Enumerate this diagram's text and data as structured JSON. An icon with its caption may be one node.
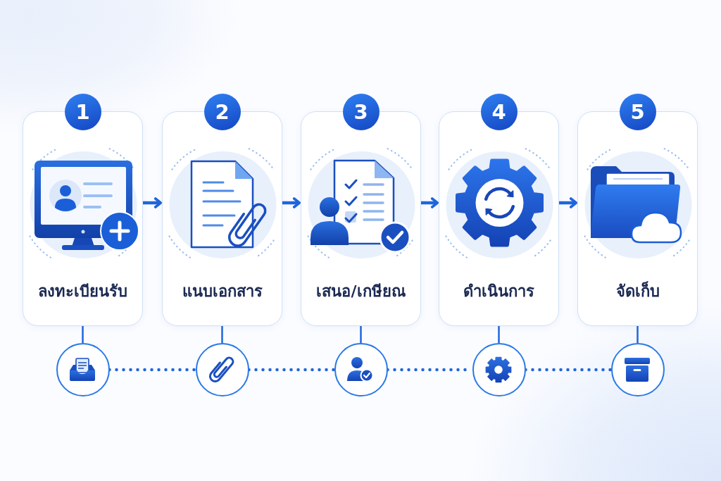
{
  "diagram": {
    "nodes": [
      {
        "text": [
          "1",
          "ลงทะเบียนรับ"
        ]
      },
      {
        "text": [
          "2",
          "แนบเอกสาร"
        ]
      },
      {
        "text": [
          "3",
          "เสนอ/เกษียณ"
        ]
      },
      {
        "text": [
          "4",
          "ดำเนินการ"
        ]
      },
      {
        "text": [
          "5",
          "จัดเก็บ"
        ]
      },
      {
        "text": [],
        "shape": "circle"
      },
      {
        "text": [],
        "shape": "circle"
      },
      {
        "text": [],
        "shape": "circle"
      },
      {
        "text": [],
        "shape": "circle"
      },
      {
        "text": [],
        "shape": "circle"
      }
    ],
    "edges": [
      {
        "from": 0,
        "to": 1,
        "arrow": "to"
      },
      {
        "from": 1,
        "to": 2,
        "arrow": "to"
      },
      {
        "from": 2,
        "to": 3,
        "arrow": "to"
      },
      {
        "from": 3,
        "to": 4,
        "arrow": "to"
      },
      {
        "from": 0,
        "to": 5,
        "arrow": "none"
      },
      {
        "from": 1,
        "to": 6,
        "arrow": "none"
      },
      {
        "from": 2,
        "to": 7,
        "arrow": "none"
      },
      {
        "from": 3,
        "to": 8,
        "arrow": "none"
      },
      {
        "from": 4,
        "to": 9,
        "arrow": "none"
      },
      {
        "from": 5,
        "to": 6,
        "arrow": "none",
        "style": "dashed"
      },
      {
        "from": 6,
        "to": 7,
        "arrow": "none",
        "style": "dashed"
      },
      {
        "from": 7,
        "to": 8,
        "arrow": "none",
        "style": "dashed"
      },
      {
        "from": 8,
        "to": 9,
        "arrow": "none",
        "style": "dashed"
      }
    ]
  }
}
